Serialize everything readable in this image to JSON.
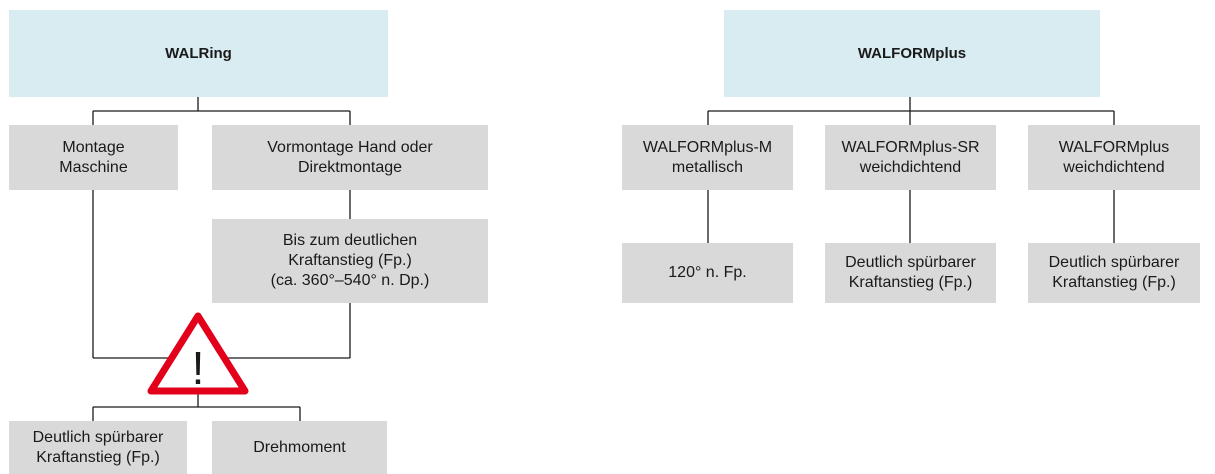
{
  "left": {
    "header": "WALRing",
    "montage_maschine": "Montage\nMaschine",
    "vormontage": "Vormontage Hand oder\nDirektmontage",
    "bis_zum": "Bis zum deutlichen\nKraftanstieg (Fp.)\n(ca. 360°–540° n. Dp.)",
    "deutlich": "Deutlich spürbarer\nKraftanstieg (Fp.)",
    "drehmoment": "Drehmoment",
    "warning_symbol": "!"
  },
  "right": {
    "header": "WALFORMplus",
    "col1_top": "WALFORMplus-M\nmetallisch",
    "col2_top": "WALFORMplus-SR\nweichdichtend",
    "col3_top": "WALFORMplus\nweichdichtend",
    "col1_bottom": "120° n. Fp.",
    "col2_bottom": "Deutlich spürbarer\nKraftanstieg (Fp.)",
    "col3_bottom": "Deutlich spürbarer\nKraftanstieg (Fp.)"
  },
  "colors": {
    "header_fill": "#d9ecf2",
    "box_fill": "#d9d9d9",
    "line": "#1a1a1a",
    "warning_red": "#e3001b"
  }
}
